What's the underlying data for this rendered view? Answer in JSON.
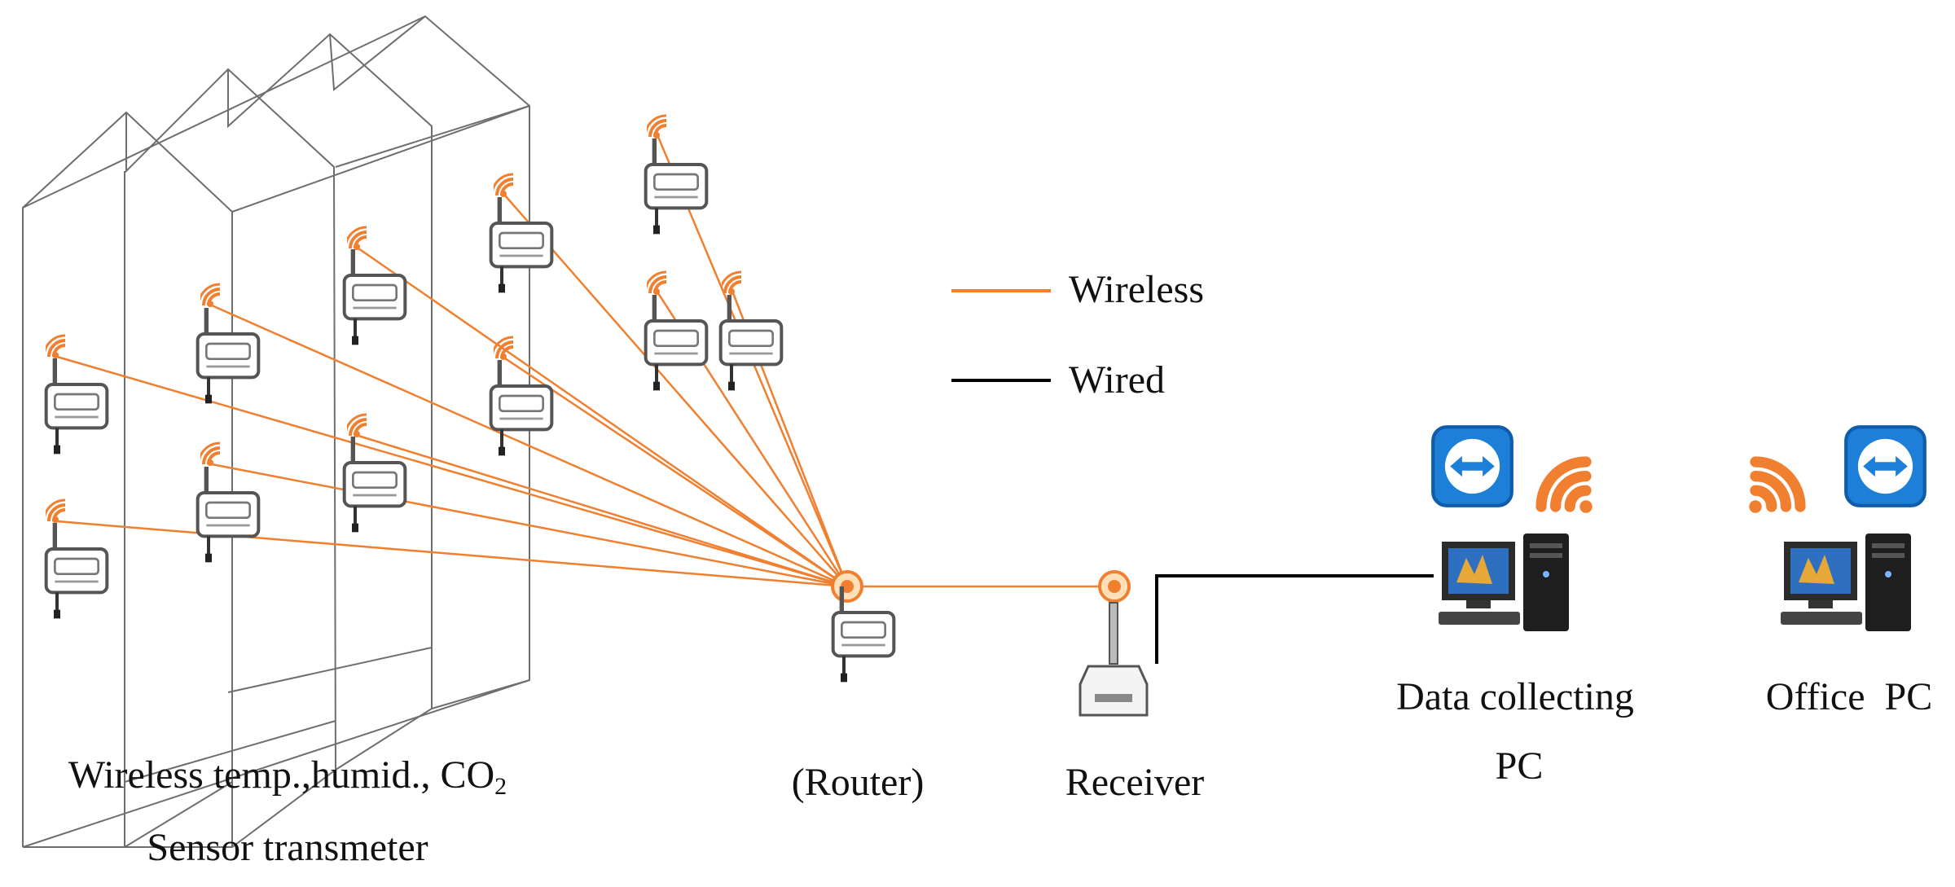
{
  "legend": {
    "wireless_label": "Wireless",
    "wired_label": "Wired"
  },
  "labels": {
    "sensor_line1_prefix": "Wireless temp.,humid., CO",
    "sensor_line1_sub": "2",
    "sensor_line2": "Sensor transmeter",
    "router": "(Router)",
    "receiver": "Receiver",
    "data_pc_line1": "Data collecting",
    "data_pc_line2": "PC",
    "office_pc": "Office  PC"
  },
  "colors": {
    "wireless": "#F07F2F",
    "wired": "#000000",
    "greenhouse_frame": "#6E6E6E",
    "teamviewer_blue": "#1E7FD8",
    "device_gray": "#555555"
  },
  "icons": {
    "sensor": "sensor-transmitter-icon",
    "router": "router-icon",
    "receiver": "receiver-antenna-icon",
    "pc": "desktop-pc-icon",
    "remote": "teamviewer-icon",
    "wifi": "wifi-icon"
  }
}
